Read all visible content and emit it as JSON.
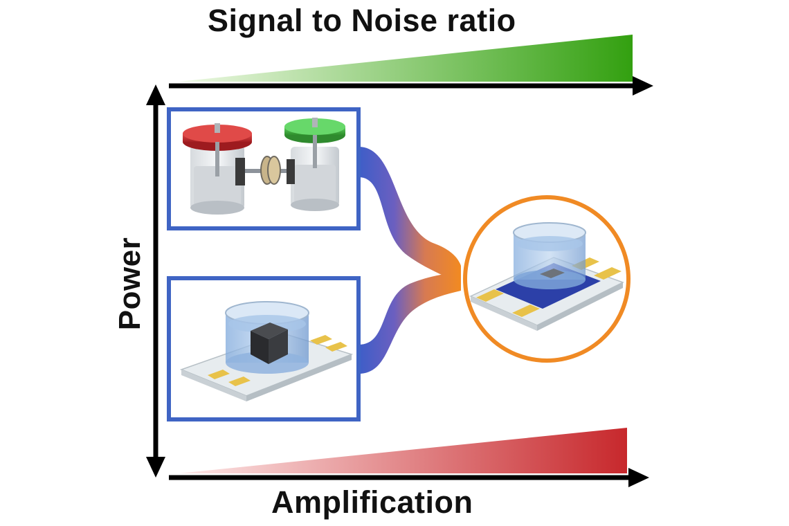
{
  "figure": {
    "top_label": "Signal to Noise ratio",
    "bottom_label": "Amplification",
    "vertical_label": "Power",
    "colors": {
      "snr_wedge_start": "#e9f7dc",
      "snr_wedge_end": "#33a010",
      "amp_wedge_start": "#fbe1e1",
      "amp_wedge_end": "#c7282c",
      "panel_border": "#3f64c4",
      "result_border": "#f08a24",
      "flow_start": "#3d5ec8",
      "flow_end": "#f28a21"
    },
    "panels": [
      {
        "name": "two-chamber-device",
        "icon": "dual-jar-cells-icon"
      },
      {
        "name": "single-chip-device",
        "icon": "chip-with-reservoir-icon"
      },
      {
        "name": "integrated-device",
        "icon": "integrated-chip-icon"
      }
    ]
  }
}
